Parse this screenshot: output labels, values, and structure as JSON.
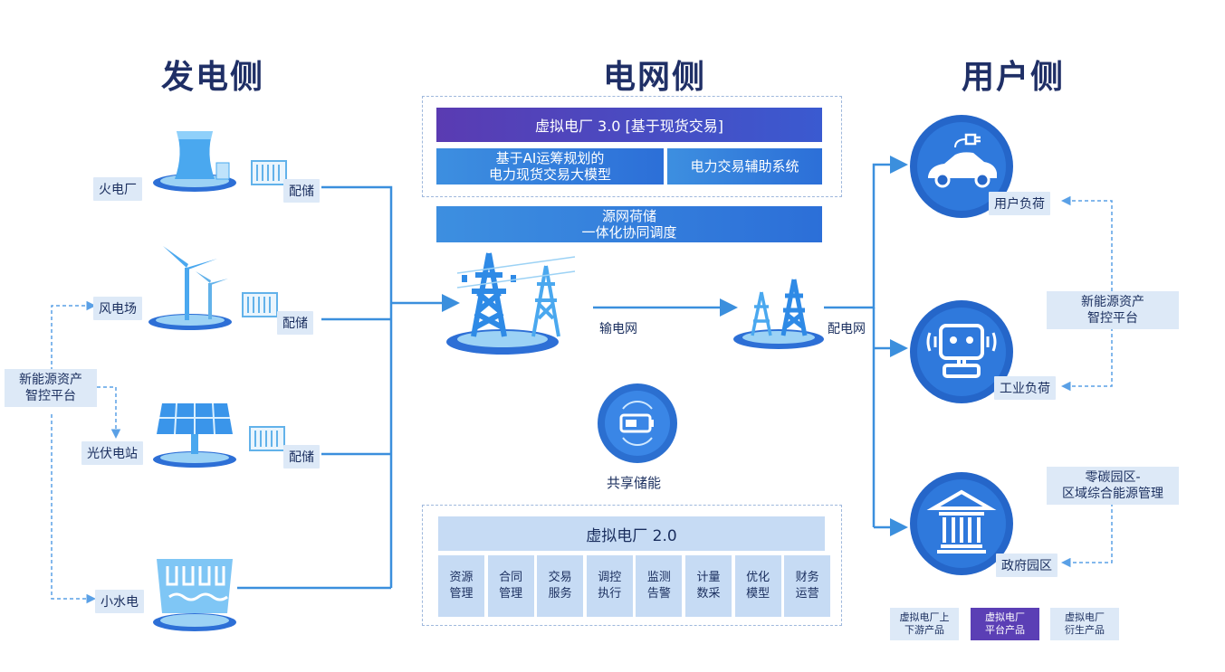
{
  "headers": {
    "generation": "发电侧",
    "grid": "电网侧",
    "user": "用户侧"
  },
  "generation": {
    "thermal": "火电厂",
    "wind": "风电场",
    "solar": "光伏电站",
    "hydro": "小水电",
    "storage_label": "配储",
    "platform_line1": "新能源资产",
    "platform_line2": "智控平台"
  },
  "grid": {
    "vpp3_title": "虚拟电厂 3.0 [基于现货交易]",
    "ai_model_line1": "基于AI运筹规划的",
    "ai_model_line2": "电力现货交易大模型",
    "trade_system": "电力交易辅助系统",
    "coord_line1": "源网荷储",
    "coord_line2": "一体化协同调度",
    "transmission": "输电网",
    "distribution": "配电网",
    "shared_storage": "共享储能",
    "vpp2_title": "虚拟电厂 2.0",
    "vpp2_modules": [
      {
        "l1": "资源",
        "l2": "管理"
      },
      {
        "l1": "合同",
        "l2": "管理"
      },
      {
        "l1": "交易",
        "l2": "服务"
      },
      {
        "l1": "调控",
        "l2": "执行"
      },
      {
        "l1": "监测",
        "l2": "告警"
      },
      {
        "l1": "计量",
        "l2": "数采"
      },
      {
        "l1": "优化",
        "l2": "模型"
      },
      {
        "l1": "财务",
        "l2": "运营"
      }
    ]
  },
  "user": {
    "user_load": "用户负荷",
    "industrial_load": "工业负荷",
    "gov_park": "政府园区",
    "platform_line1": "新能源资产",
    "platform_line2": "智控平台",
    "zero_carbon_line1": "零碳园区-",
    "zero_carbon_line2": "区域综合能源管理"
  },
  "legend": [
    {
      "l1": "虚拟电厂上",
      "l2": "下游产品",
      "color": "#dde9f7",
      "text_color": "#1a2e5e"
    },
    {
      "l1": "虚拟电厂",
      "l2": "平台产品",
      "color": "#5b3fb5",
      "text_color": "#ffffff"
    },
    {
      "l1": "虚拟电厂",
      "l2": "衍生产品",
      "color": "#dde9f7",
      "text_color": "#1a2e5e"
    }
  ],
  "colors": {
    "title": "#1f2f66",
    "line": "#3b8fdd",
    "dashed": "#5aa0e6",
    "purple": "#5a3bb2",
    "blue": "#3d8fe0",
    "light": "#dde9f7",
    "circle": "#2b6fd0"
  }
}
